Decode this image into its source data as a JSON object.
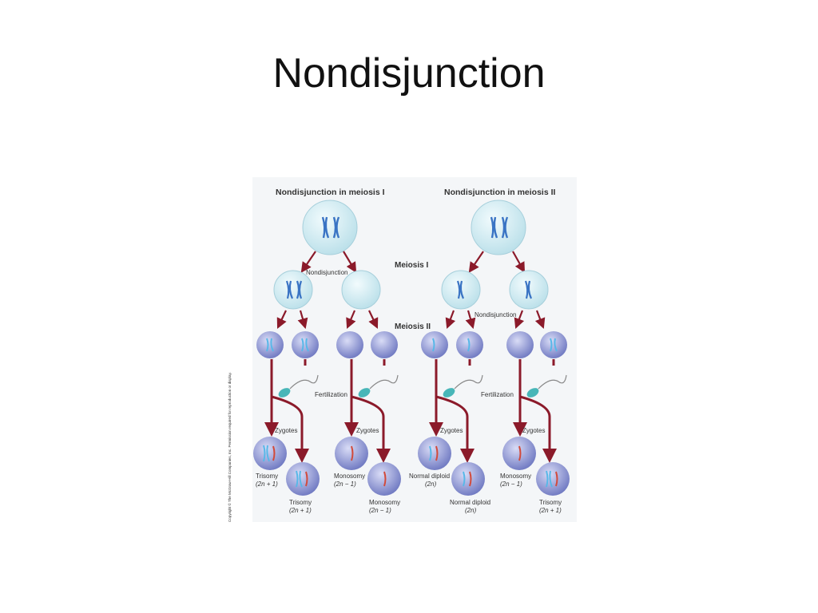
{
  "slide": {
    "title": "Nondisjunction"
  },
  "figure": {
    "left_heading": "Nondisjunction in meiosis I",
    "right_heading": "Nondisjunction in meiosis II",
    "stage_meiosis1": "Meiosis I",
    "stage_meiosis2": "Meiosis II",
    "nondisjunction_label_left": "Nondisjunction",
    "nondisjunction_label_right": "Nondisjunction",
    "fertilization_left": "Fertilization",
    "fertilization_right": "Fertilization",
    "zygotes_label": "Zygotes",
    "credit_line": "Copyright © The McGraw-Hill Companies, Inc. Permission required for reproduction or display.",
    "results": [
      {
        "name": "Trisomy",
        "formula": "(2n + 1)"
      },
      {
        "name": "Trisomy",
        "formula": "(2n + 1)"
      },
      {
        "name": "Monosomy",
        "formula": "(2n − 1)"
      },
      {
        "name": "Monosomy",
        "formula": "(2n − 1)"
      },
      {
        "name": "Normal diploid",
        "formula": "(2n)"
      },
      {
        "name": "Normal diploid",
        "formula": "(2n)"
      },
      {
        "name": "Monosomy",
        "formula": "(2n − 1)"
      },
      {
        "name": "Trisomy",
        "formula": "(2n + 1)"
      }
    ]
  },
  "colors": {
    "background": "#f4f6f8",
    "arrow": "#8b1a2a",
    "cell_fill": "#d4ecf3",
    "gamete_fill": "#8a93d0",
    "chromosome_blue": "#3a74c4",
    "chromosome_red": "#d24a3a",
    "sperm": "#48b6b8"
  }
}
